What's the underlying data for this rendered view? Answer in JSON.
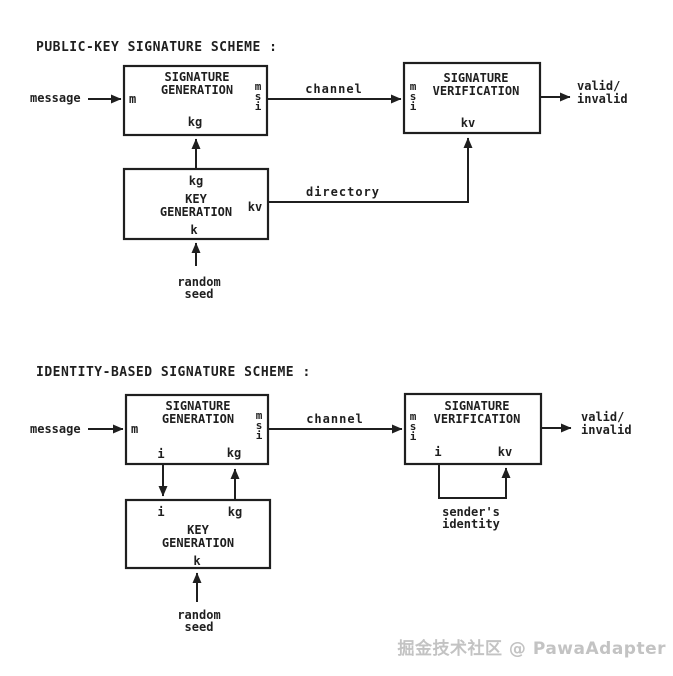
{
  "ink": "#1f1f1f",
  "watermark": "掘金技术社区 @ PawaAdapter",
  "d1": {
    "title": "PUBLIC-KEY SIGNATURE SCHEME :",
    "message": "message",
    "channel": "channel",
    "directory": "directory",
    "valid": "valid/",
    "invalid": "invalid",
    "random": "random",
    "seed": "seed",
    "siggen": {
      "l1": "SIGNATURE",
      "l2": "GENERATION",
      "m": "m",
      "s1": "m",
      "s2": "s",
      "s3": "i",
      "kg": "kg"
    },
    "sigver": {
      "l1": "SIGNATURE",
      "l2": "VERIFICATION",
      "s1": "m",
      "s2": "s",
      "s3": "i",
      "kv": "kv"
    },
    "keygen": {
      "l1": "KEY",
      "l2": "GENERATION",
      "kg": "kg",
      "kv": "kv",
      "k": "k"
    }
  },
  "d2": {
    "title": "IDENTITY-BASED SIGNATURE SCHEME :",
    "message": "message",
    "channel": "channel",
    "valid": "valid/",
    "invalid": "invalid",
    "random": "random",
    "seed": "seed",
    "senders": "sender's",
    "identity": "identity",
    "siggen": {
      "l1": "SIGNATURE",
      "l2": "GENERATION",
      "m": "m",
      "s1": "m",
      "s2": "s",
      "s3": "i",
      "i": "i",
      "kg": "kg"
    },
    "sigver": {
      "l1": "SIGNATURE",
      "l2": "VERIFICATION",
      "s1": "m",
      "s2": "s",
      "s3": "i",
      "i": "i",
      "kv": "kv"
    },
    "keygen": {
      "l1": "KEY",
      "l2": "GENERATION",
      "i": "i",
      "kg": "kg",
      "k": "k"
    }
  }
}
